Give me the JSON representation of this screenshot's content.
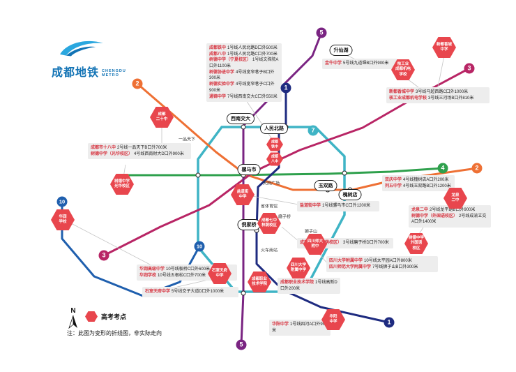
{
  "logo": {
    "cn": "成都地铁",
    "en1": "CHENGDU",
    "en2": "METRO"
  },
  "exam_site_color": "#e8464d",
  "lines": {
    "l1": {
      "label": "1",
      "color": "#1e2b80"
    },
    "l2": {
      "label": "2",
      "color": "#ee7034"
    },
    "l3": {
      "label": "3",
      "color": "#b82565"
    },
    "l4": {
      "label": "4",
      "color": "#2ea04c"
    },
    "l5": {
      "label": "5",
      "color": "#7a2482"
    },
    "l7": {
      "label": "7",
      "color": "#3fb4c5"
    },
    "l10": {
      "label": "10",
      "color": "#1f5fae"
    }
  },
  "stations": {
    "s1": "西南交大",
    "s2": "人民北路",
    "s3": "骡马市",
    "s4": "玉双路",
    "s5": "槐树店",
    "s6": "倪家桥",
    "s7": "升仙湖"
  },
  "minor_stations": {
    "m1": "天府广场",
    "m2": "省体育馆",
    "m3": "火车南站",
    "m4": "磨子桥",
    "m5": "狮子山",
    "m6": "一品天下"
  },
  "hexagons": {
    "h1": {
      "lines": [
        "成都",
        "二十中"
      ]
    },
    "h2": {
      "lines": [
        "树德中学",
        "光华校区"
      ]
    },
    "h3": {
      "lines": [
        "华润",
        "学校"
      ]
    },
    "h4": {
      "lines": [
        "石室天府",
        "中学"
      ]
    },
    "h5": {
      "lines": [
        "成都",
        "铁中"
      ]
    },
    "h6": {
      "lines": [
        "成都",
        "八中"
      ]
    },
    "h7": {
      "lines": [
        "盐道街",
        "中学"
      ]
    },
    "h8": {
      "lines": [
        "成都七中",
        "林荫校区"
      ]
    },
    "h9": {
      "lines": [
        "四川大学",
        "附属中学"
      ]
    },
    "h10": {
      "lines": [
        "四川师大",
        "附中"
      ]
    },
    "h11": {
      "lines": [
        "树德中学",
        "外国语",
        "校区"
      ]
    },
    "h12": {
      "lines": [
        "龙泉",
        "二中"
      ]
    },
    "h13": {
      "lines": [
        "新都香城",
        "中学"
      ]
    },
    "h14": {
      "lines": [
        "核工业",
        "成都机电",
        "学校"
      ]
    },
    "h15": {
      "lines": [
        "成都职业",
        "技术学院"
      ]
    },
    "h16": {
      "lines": [
        "华阳",
        "中学"
      ]
    }
  },
  "boxes": {
    "b0": {
      "rows": [
        {
          "name": "成都铁中",
          "detail": "1号线人民北路D口外500米"
        },
        {
          "name": "成都八中",
          "detail": "1号线人民北路C口外700米"
        },
        {
          "name": "树德中学（宁夏校区）",
          "detail": "1号线文殊院A口外1100米"
        },
        {
          "name": "树德协进中学",
          "detail": "4号线宽窄巷子B口外300米"
        },
        {
          "name": "树德实验中学",
          "detail": "4号线宽窄巷子C口外900米"
        },
        {
          "name": "通锦中学",
          "detail": "7号线西南交大C口外550米"
        }
      ]
    },
    "b1": {
      "rows": [
        {
          "name": "成都市十八中",
          "detail": "2号线一品天下B口外700米"
        },
        {
          "name": "树德中学（光华校区）",
          "detail": "4号线西南财大D口外900米"
        }
      ]
    },
    "b2": {
      "rows": [
        {
          "name": "新都香城中学",
          "detail": "3号线马超西路C口外1000米"
        },
        {
          "name": "核工业成都机电学校",
          "detail": "3号线三河场B口外810米"
        }
      ]
    },
    "b3": {
      "rows": [
        {
          "name": "双庆中学",
          "detail": "4号线槐树店A口外200米"
        },
        {
          "name": "列五中学",
          "detail": "4号线玉双路B口外1200米"
        }
      ]
    },
    "b4": {
      "rows": [
        {
          "name": "龙泉二中",
          "detail": "2号线龙平路B口外900米"
        },
        {
          "name": "树德中学（外国语校区）",
          "detail": "2号线成渝立交A口外1400米"
        }
      ]
    },
    "b5": {
      "rows": [
        {
          "name": "四川大学附属中学",
          "detail": "10号线太平园A口外800米"
        },
        {
          "name": "四川师范大学附属中学",
          "detail": "7号线狮子山B口外300米"
        }
      ]
    },
    "b6": {
      "rows": [
        {
          "name": "盐道街中学",
          "detail": "1号线骡马市C口外1200米"
        }
      ]
    },
    "b7": {
      "rows": [
        {
          "name": "成都七中（林荫校区）",
          "detail": "3号线磨子桥D口外700米"
        }
      ]
    },
    "b8": {
      "rows": [
        {
          "name": "成都职业技术学院",
          "detail": "1号线高新D口外200米"
        }
      ]
    },
    "b9": {
      "rows": [
        {
          "name": "华润高级中学",
          "detail": "10号线板桥C口外600米"
        },
        {
          "name": "华润学校",
          "detail": "10号线五根松C口外700米"
        }
      ]
    },
    "b10": {
      "rows": [
        {
          "name": "石室天府中学",
          "detail": "5号线交子大道D口外1000米"
        }
      ]
    },
    "b11": {
      "rows": [
        {
          "name": "华阳中学",
          "detail": "1号线四河A口外900米"
        }
      ]
    },
    "b12": {
      "rows": [
        {
          "name": "金牛中学",
          "detail": "5号线九道堰B口外900米"
        }
      ]
    }
  },
  "legend": {
    "north": "N",
    "exam_site": "高考考点",
    "note": "注：此图为变形的折线图，非实际走向"
  }
}
